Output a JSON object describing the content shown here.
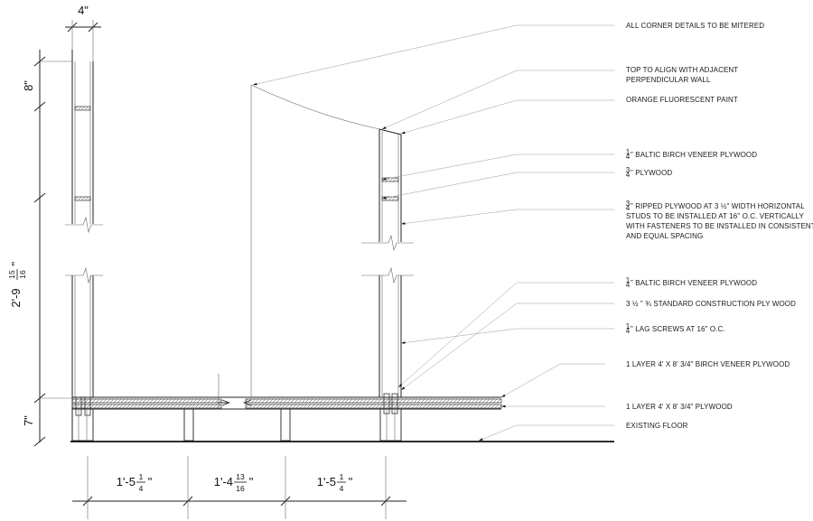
{
  "notes": [
    {
      "id": "mitered",
      "lines": [
        "ALL CORNER DETAILS TO BE MITERED"
      ]
    },
    {
      "id": "top-align",
      "lines": [
        "TOP TO ALIGN WITH ADJACENT",
        "PERPENDICULAR WALL"
      ]
    },
    {
      "id": "paint",
      "lines": [
        "ORANGE FLUORESCENT PAINT"
      ]
    },
    {
      "id": "baltic-1",
      "frac": "1|4",
      "lines": [
        "\" BALTIC BIRCH VENEER PLYWOOD"
      ]
    },
    {
      "id": "plywood",
      "frac": "3|4",
      "lines": [
        "\" PLYWOOD"
      ]
    },
    {
      "id": "ripped",
      "frac": "3|4",
      "lines": [
        "\" RIPPED PLYWOOD  AT 3   ½\" WIDTH HORIZONTAL",
        "STUDS TO BE INSTALLED AT 16\" O.C. VERTICALLY",
        "WITH FASTENERS TO BE INSTALLED IN CONSISTENT",
        "AND EQUAL SPACING"
      ]
    },
    {
      "id": "baltic-2",
      "frac": "1|4",
      "lines": [
        "\" BALTIC BIRCH VENEER PLYWOOD"
      ]
    },
    {
      "id": "construction-ply",
      "lines": [
        "3 ½ \" ¾ STANDARD CONSTRUCTION PLY WOOD"
      ]
    },
    {
      "id": "lag-screws",
      "frac": "1|4",
      "lines": [
        "\" LAG SCREWS AT 16\" O.C."
      ]
    },
    {
      "id": "birch-layer",
      "lines": [
        "1 LAYER 4' X 8' 3/4\" BIRCH VENEER PLYWOOD"
      ]
    },
    {
      "id": "ply-layer",
      "lines": [
        "1 LAYER 4' X 8' 3/4\" PLYWOOD"
      ]
    },
    {
      "id": "floor",
      "lines": [
        "EXISTING FLOOR"
      ]
    }
  ],
  "dimensions": {
    "top_width": "4\"",
    "top_height": "8\"",
    "wall_height": {
      "main": "2'-9",
      "num": "15",
      "den": "16",
      "suffix": "\""
    },
    "base_height": "7\"",
    "spans": [
      {
        "main": "1'-5",
        "num": "1",
        "den": "4",
        "suffix": "\""
      },
      {
        "main": "1'-4",
        "num": "13",
        "den": "16",
        "suffix": "\""
      },
      {
        "main": "1'-5",
        "num": "1",
        "den": "4",
        "suffix": "\""
      }
    ]
  }
}
